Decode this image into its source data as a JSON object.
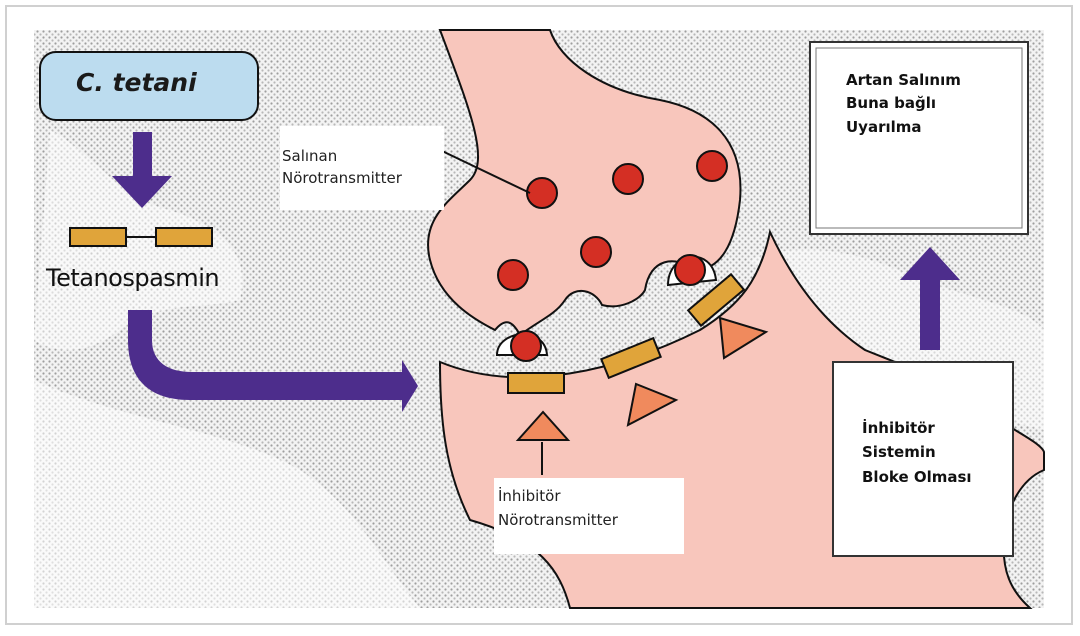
{
  "diagram": {
    "organism_label": "C. tetani",
    "toxin_label": "Tetanospasmin",
    "released_label": {
      "line1": "Salınan",
      "line2": "Nörotransmitter"
    },
    "inhibitor_label": {
      "line1": "İnhibitör",
      "line2": "Nörotransmitter"
    },
    "blocked_box": {
      "line1": "İnhibitör",
      "line2": "Sistemin",
      "line3": "Bloke Olması"
    },
    "result_box": {
      "line1": "Artan Salınım",
      "line2": "Buna bağlı",
      "line3": "Uyarılma"
    }
  },
  "colors": {
    "arrow": "#4d2d8c",
    "toxin": "#e0a43a",
    "vesicle": "#d42f24",
    "cell": "#f8c6bc",
    "triangle": "#f08a5d",
    "label_box": "#bcdcef"
  }
}
